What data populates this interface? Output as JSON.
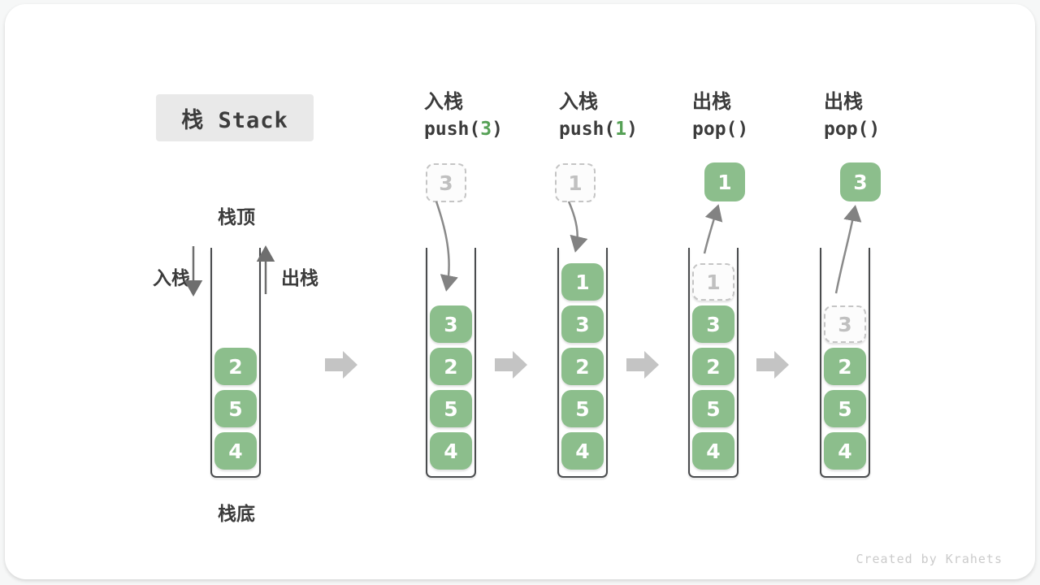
{
  "page": {
    "title_box": "栈 Stack",
    "footer": "Created by Krahets"
  },
  "stack_labels": {
    "top": "栈顶",
    "bottom": "栈底",
    "push_side": "入栈",
    "pop_side": "出栈"
  },
  "colors": {
    "element_green": "#8CBE8C",
    "code_arg_green": "#56A156",
    "block_arrow_gray": "#C4C4C4",
    "curve_arrow_gray": "#8A8A8A",
    "text_dark": "#3B3B3B",
    "dashed_border": "#C5C5C5",
    "title_bg": "#E9E9E9",
    "footer_gray": "#CBCBCB"
  },
  "steps": [
    {
      "id": "initial",
      "op": "",
      "items": [
        {
          "value": "2",
          "style": "solid"
        },
        {
          "value": "5",
          "style": "solid"
        },
        {
          "value": "4",
          "style": "solid"
        }
      ]
    },
    {
      "id": "push-3",
      "op": "入栈",
      "code": {
        "pre": "push(",
        "arg": "3",
        "post": ")"
      },
      "floating": {
        "value": "3",
        "style": "dashed"
      },
      "items": [
        {
          "value": "3",
          "style": "solid"
        },
        {
          "value": "2",
          "style": "solid"
        },
        {
          "value": "5",
          "style": "solid"
        },
        {
          "value": "4",
          "style": "solid"
        }
      ]
    },
    {
      "id": "push-1",
      "op": "入栈",
      "code": {
        "pre": "push(",
        "arg": "1",
        "post": ")"
      },
      "floating": {
        "value": "1",
        "style": "dashed"
      },
      "items": [
        {
          "value": "1",
          "style": "solid"
        },
        {
          "value": "3",
          "style": "solid"
        },
        {
          "value": "2",
          "style": "solid"
        },
        {
          "value": "5",
          "style": "solid"
        },
        {
          "value": "4",
          "style": "solid"
        }
      ]
    },
    {
      "id": "pop-1",
      "op": "出栈",
      "code": {
        "pre": "pop(",
        "arg": "",
        "post": ")"
      },
      "floating": {
        "value": "1",
        "style": "solid"
      },
      "items": [
        {
          "value": "1",
          "style": "dashed"
        },
        {
          "value": "3",
          "style": "solid"
        },
        {
          "value": "2",
          "style": "solid"
        },
        {
          "value": "5",
          "style": "solid"
        },
        {
          "value": "4",
          "style": "solid"
        }
      ]
    },
    {
      "id": "pop-2",
      "op": "出栈",
      "code": {
        "pre": "pop(",
        "arg": "",
        "post": ")"
      },
      "floating": {
        "value": "3",
        "style": "solid"
      },
      "items": [
        {
          "value": "3",
          "style": "dashed"
        },
        {
          "value": "2",
          "style": "solid"
        },
        {
          "value": "5",
          "style": "solid"
        },
        {
          "value": "4",
          "style": "solid"
        }
      ]
    }
  ]
}
